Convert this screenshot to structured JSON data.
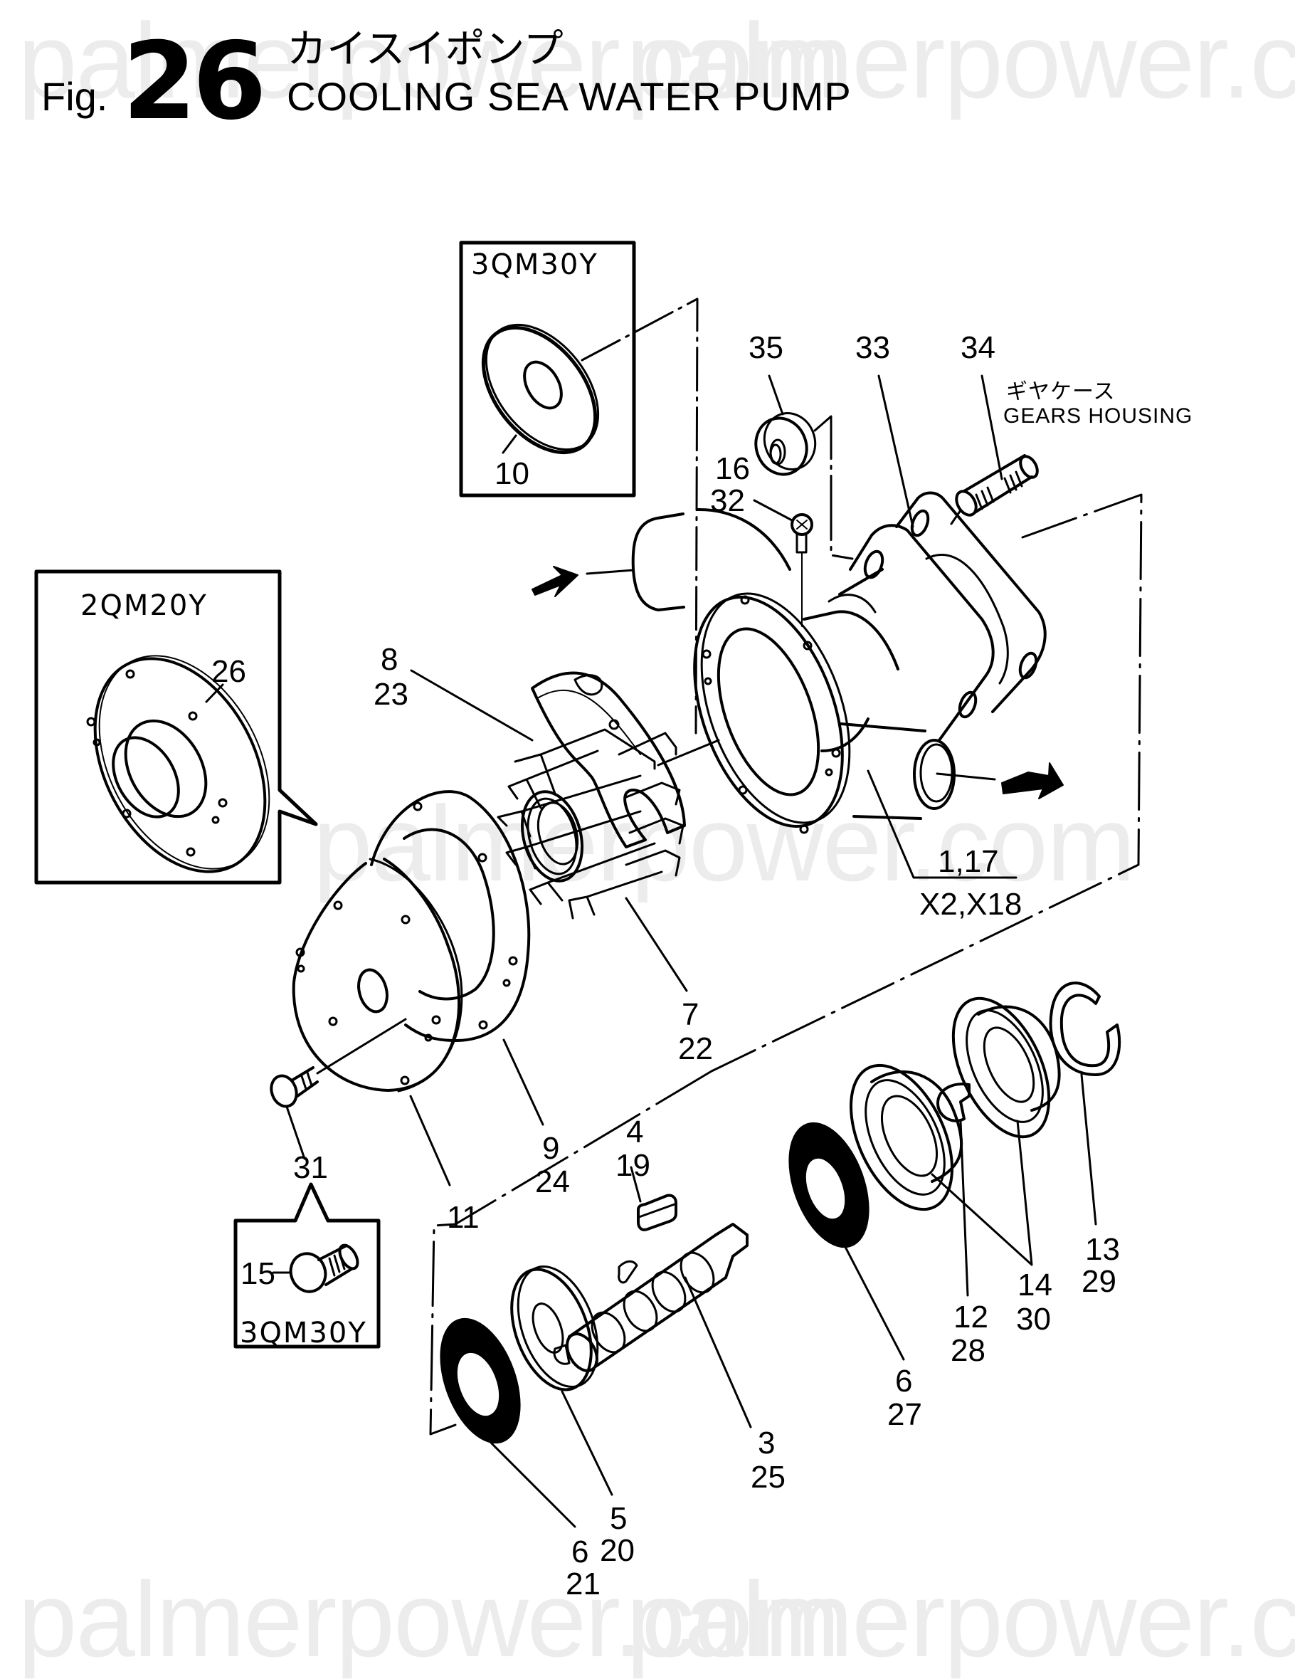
{
  "figure": {
    "prefix": "Fig.",
    "number": "26",
    "title_jp": "カイスイポンプ",
    "title_en": "COOLING SEA WATER PUMP"
  },
  "watermark": "palmerpower.com",
  "callouts": {
    "box_top_model": "3QM30Y",
    "box_left_model": "2QM20Y",
    "box_bottom_model": "3QM30Y",
    "gears_housing_jp": "ギヤケース",
    "gears_housing_en": "GEARS HOUSING"
  },
  "part_labels": [
    {
      "id": "p10",
      "text": "10"
    },
    {
      "id": "p35",
      "text": "35"
    },
    {
      "id": "p33",
      "text": "33"
    },
    {
      "id": "p34",
      "text": "34"
    },
    {
      "id": "p16",
      "text": "16"
    },
    {
      "id": "p32",
      "text": "32"
    },
    {
      "id": "p8",
      "text": "8"
    },
    {
      "id": "p23",
      "text": "23"
    },
    {
      "id": "p26",
      "text": "26"
    },
    {
      "id": "p1_17",
      "text": "1,17"
    },
    {
      "id": "px2_x18",
      "text": "X2,X18"
    },
    {
      "id": "p7",
      "text": "7"
    },
    {
      "id": "p22",
      "text": "22"
    },
    {
      "id": "p9",
      "text": "9"
    },
    {
      "id": "p24",
      "text": "24"
    },
    {
      "id": "p11",
      "text": "11"
    },
    {
      "id": "p31",
      "text": "31"
    },
    {
      "id": "p15",
      "text": "15"
    },
    {
      "id": "p4",
      "text": "4"
    },
    {
      "id": "p19",
      "text": "19"
    },
    {
      "id": "p3",
      "text": "3"
    },
    {
      "id": "p25",
      "text": "25"
    },
    {
      "id": "p5",
      "text": "5"
    },
    {
      "id": "p20",
      "text": "20"
    },
    {
      "id": "p6a",
      "text": "6"
    },
    {
      "id": "p21",
      "text": "21"
    },
    {
      "id": "p6b",
      "text": "6"
    },
    {
      "id": "p27",
      "text": "27"
    },
    {
      "id": "p12",
      "text": "12"
    },
    {
      "id": "p28",
      "text": "28"
    },
    {
      "id": "p14",
      "text": "14"
    },
    {
      "id": "p30",
      "text": "30"
    },
    {
      "id": "p13",
      "text": "13"
    },
    {
      "id": "p29",
      "text": "29"
    }
  ],
  "flow_arrows": {
    "inlet": "inlet-arrow",
    "outlet": "outlet-arrow"
  }
}
